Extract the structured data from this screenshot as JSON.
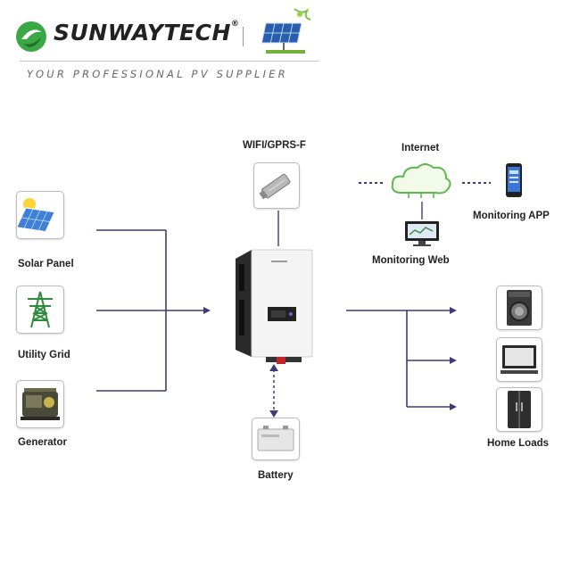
{
  "header": {
    "brand": "SUNWAYTECH",
    "trademark": "®",
    "tagline": "YOUR PROFESSIONAL PV SUPPLIER"
  },
  "nodes": {
    "solar_panel": "Solar Panel",
    "utility_grid": "Utility Grid",
    "generator": "Generator",
    "wifi": "WIFI/GPRS-F",
    "internet": "Internet",
    "monitoring_web": "Monitoring Web",
    "monitoring_app": "Monitoring APP",
    "battery": "Battery",
    "home_loads": "Home Loads"
  },
  "colors": {
    "line": "#3d3c78",
    "brand_green": "#3aa845",
    "cloud_green": "#5cb84a"
  }
}
